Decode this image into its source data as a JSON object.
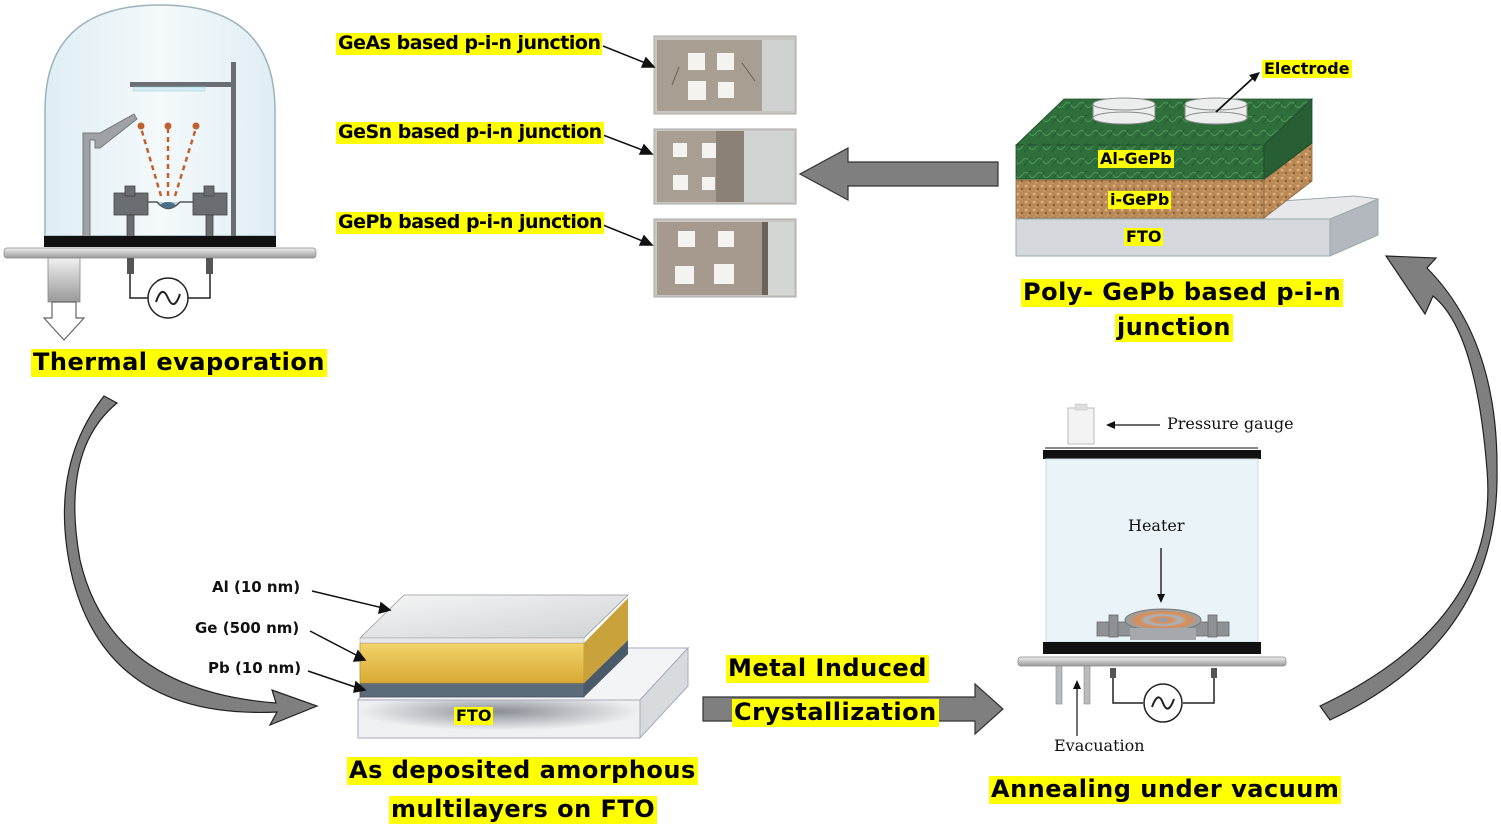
{
  "figure": {
    "colors": {
      "highlight": "#ffff00",
      "flow_arrow": "#7f7f7f",
      "chamber_glass": "#eaf3f7",
      "metal_frame": "#606368",
      "ge_layer": "#e8c04a",
      "pb_layer": "#5b6b7a",
      "al_gepb_layer": "#2e6b3a",
      "i_gepb_layer": "#b88a5a",
      "fto_layer": "#d4d8dd",
      "vapor_particles": "#c0622f"
    },
    "stages": {
      "thermal_evaporation": {
        "caption": "Thermal evaporation",
        "icons": [
          "bell-jar-chamber-icon",
          "substrate-holder-icon",
          "shutter-icon",
          "evaporation-boat-icon",
          "ac-power-source-icon",
          "pump-outlet-arrow-icon"
        ]
      },
      "as_deposited": {
        "caption_line1": "As deposited amorphous",
        "caption_line2": "multilayers on FTO",
        "layers": [
          {
            "label": "Al (10 nm)"
          },
          {
            "label": "Ge (500 nm)"
          },
          {
            "label": "Pb (10 nm)"
          }
        ],
        "substrate_label": "FTO"
      },
      "mic_step": {
        "line1": "Metal Induced",
        "line2": "Crystallization"
      },
      "annealing": {
        "caption": "Annealing under vacuum",
        "pressure_gauge_label": "Pressure gauge",
        "heater_label": "Heater",
        "evacuation_label": "Evacuation"
      },
      "device": {
        "electrode_label": "Electrode",
        "top_layer_label": "Al-GePb",
        "middle_layer_label": "i-GePb",
        "substrate_label": "FTO",
        "caption_line1": "Poly- GePb based p-i-n",
        "caption_line2": "junction"
      },
      "samples": [
        {
          "label": "GeAs based p-i-n junction"
        },
        {
          "label": "GeSn based p-i-n junction"
        },
        {
          "label": "GePb based p-i-n junction"
        }
      ]
    }
  }
}
